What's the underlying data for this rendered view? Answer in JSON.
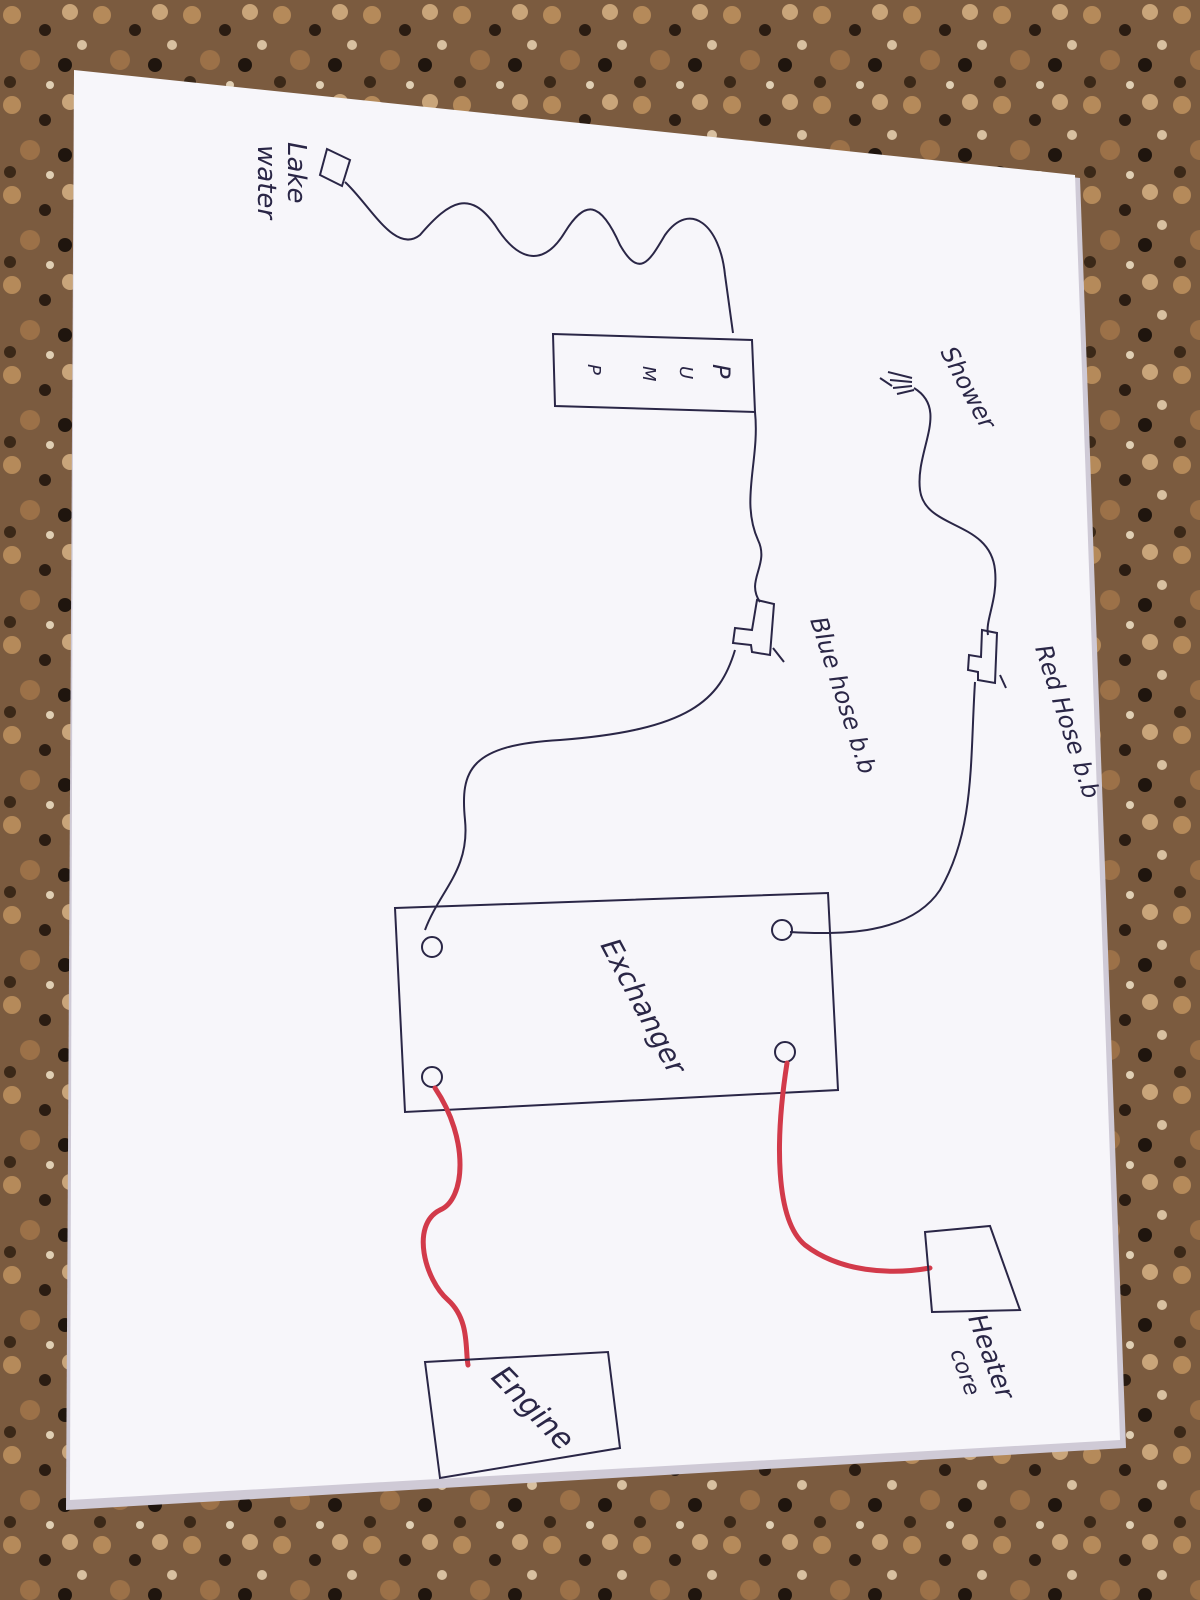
{
  "labels": {
    "lake_line1": "Lake",
    "lake_line2": "water",
    "pump_l1": "P",
    "pump_l2": "U",
    "pump_l3": "M",
    "pump_l4": "P",
    "shower": "Shower",
    "blue_valve": "Blue hose b.b",
    "red_valve": "Red Hose b.b",
    "exchanger": "Exchanger",
    "heater_line1": "Heater",
    "heater_line2": "core",
    "engine": "Engine"
  },
  "colors": {
    "ink": "#2a2646",
    "red_line": "#d23a4a",
    "paper": "#f7f6fa",
    "counter_base": "#7a5a3e"
  }
}
